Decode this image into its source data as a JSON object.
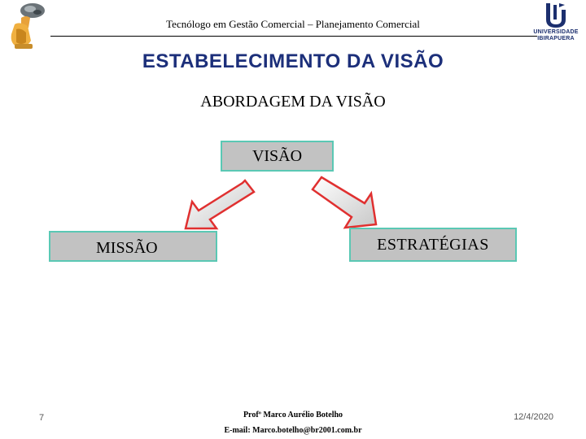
{
  "header": {
    "title": "Tecnólogo em Gestão Comercial – Planejamento Comercial",
    "right_logo": {
      "line1": "UNIVERSIDADE",
      "line2": "IBIRAPUERA"
    }
  },
  "slide": {
    "title": "ESTABELECIMENTO DA VISÃO",
    "subtitle": "ABORDAGEM DA VISÃO",
    "boxes": {
      "top": "VISÃO",
      "left": "MISSÃO",
      "right": "ESTRATÉGIAS"
    }
  },
  "footer": {
    "page_number": "7",
    "author": "Profº Marco Aurélio Botelho",
    "email": "E-mail: Marco.botelho@br2001.com.br",
    "date": "12/4/2020"
  },
  "colors": {
    "title": "#1c2f7a",
    "box_fill": "#c2c2c2",
    "box_border": "#5ac8b4",
    "arrow_stroke": "#e03030"
  }
}
